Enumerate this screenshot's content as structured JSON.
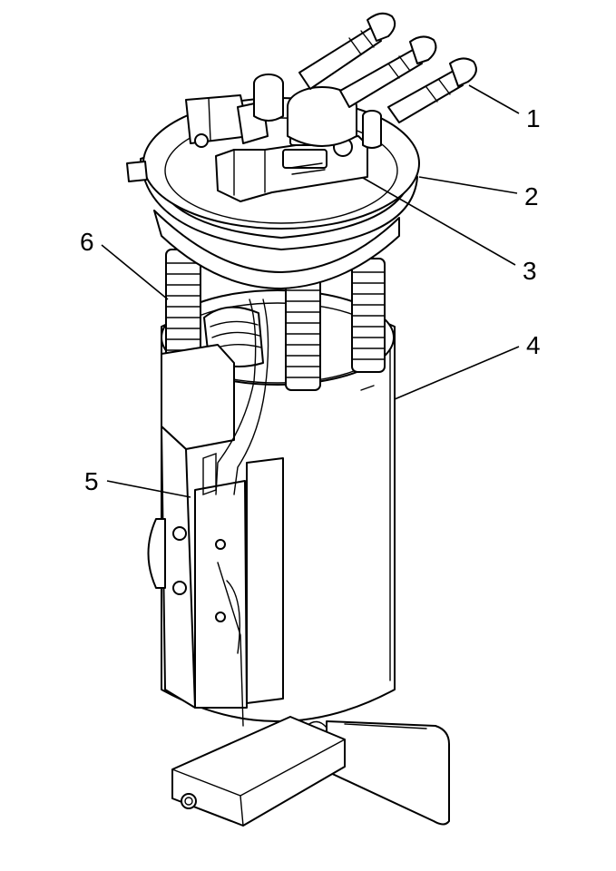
{
  "diagram": {
    "callouts": [
      {
        "number": "1"
      },
      {
        "number": "2"
      },
      {
        "number": "3"
      },
      {
        "number": "4"
      },
      {
        "number": "5"
      },
      {
        "number": "6"
      }
    ]
  },
  "colors": {
    "ink": "#000000",
    "paper": "#ffffff"
  }
}
